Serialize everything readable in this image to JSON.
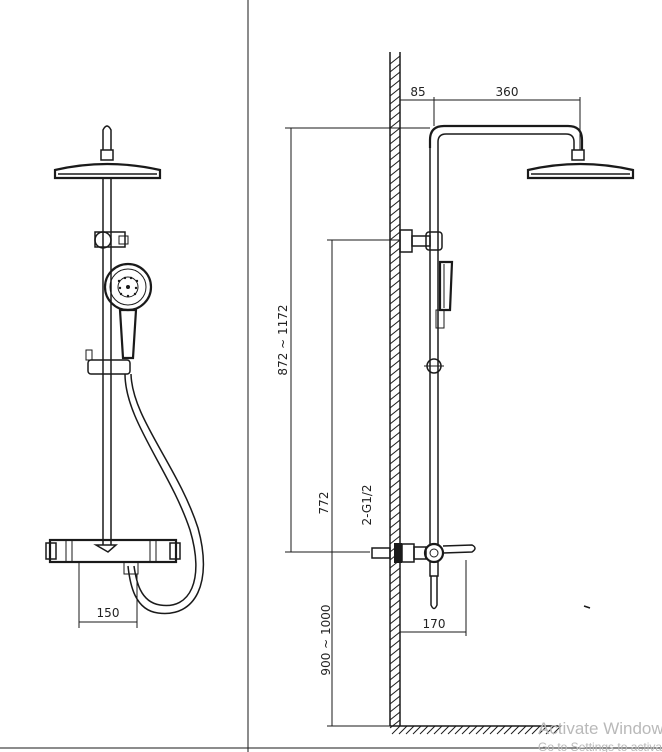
{
  "dimensions": {
    "front_width": "150",
    "side_offset": "85",
    "arm_length": "360",
    "height_range": "872 ~ 1172",
    "connection_height": "772",
    "inlet_spec": "2-G1/2",
    "floor_height": "900 ~ 1000",
    "projection": "170"
  },
  "watermark": {
    "line1": "Activate Windows",
    "line2": "Go to Settings to activate Windows."
  }
}
